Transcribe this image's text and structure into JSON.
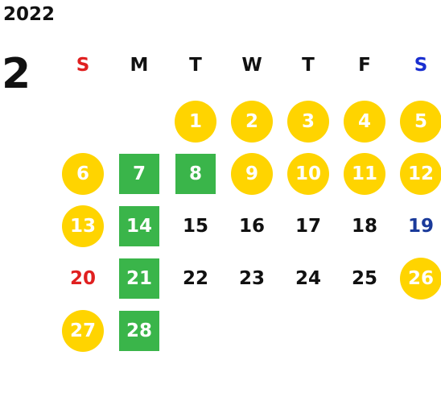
{
  "year": "2022",
  "month": "2",
  "weekdays": [
    {
      "label": "S",
      "color": "#e02020"
    },
    {
      "label": "M",
      "color": "#111111"
    },
    {
      "label": "T",
      "color": "#111111"
    },
    {
      "label": "W",
      "color": "#111111"
    },
    {
      "label": "T",
      "color": "#111111"
    },
    {
      "label": "F",
      "color": "#111111"
    },
    {
      "label": "S",
      "color": "#1a2fd0"
    }
  ],
  "first_weekday_index": 2,
  "legend_colors": {
    "circle": "#ffd400",
    "square": "#3ab54a",
    "sunday_text": "#e02020",
    "saturday_text": "#1a3a9a"
  },
  "days": [
    {
      "label": "1",
      "style": "circle"
    },
    {
      "label": "2",
      "style": "circle"
    },
    {
      "label": "3",
      "style": "circle"
    },
    {
      "label": "4",
      "style": "circle"
    },
    {
      "label": "5",
      "style": "circle"
    },
    {
      "label": "6",
      "style": "circle"
    },
    {
      "label": "7",
      "style": "square"
    },
    {
      "label": "8",
      "style": "square"
    },
    {
      "label": "9",
      "style": "circle"
    },
    {
      "label": "10",
      "style": "circle"
    },
    {
      "label": "11",
      "style": "circle"
    },
    {
      "label": "12",
      "style": "circle"
    },
    {
      "label": "13",
      "style": "circle"
    },
    {
      "label": "14",
      "style": "square"
    },
    {
      "label": "15",
      "style": "plain"
    },
    {
      "label": "16",
      "style": "plain"
    },
    {
      "label": "17",
      "style": "plain"
    },
    {
      "label": "18",
      "style": "plain"
    },
    {
      "label": "19",
      "style": "saturday"
    },
    {
      "label": "20",
      "style": "sunday"
    },
    {
      "label": "21",
      "style": "square"
    },
    {
      "label": "22",
      "style": "plain"
    },
    {
      "label": "23",
      "style": "plain"
    },
    {
      "label": "24",
      "style": "plain"
    },
    {
      "label": "25",
      "style": "plain"
    },
    {
      "label": "26",
      "style": "circle"
    },
    {
      "label": "27",
      "style": "circle"
    },
    {
      "label": "28",
      "style": "square"
    }
  ]
}
